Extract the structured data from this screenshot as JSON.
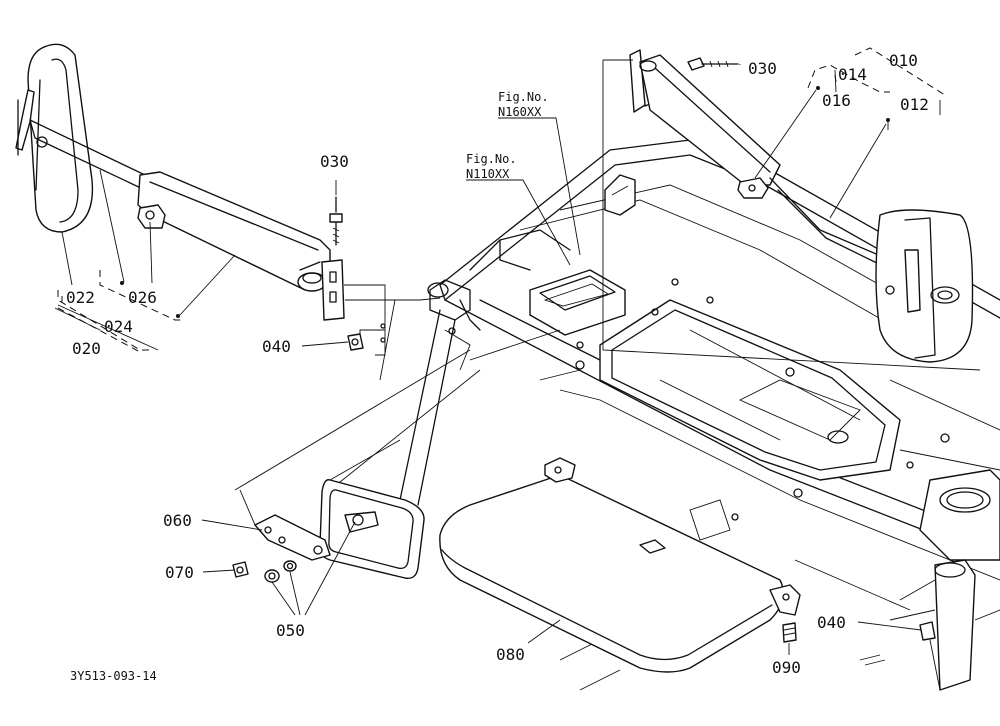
{
  "parts": {
    "p010": "010",
    "p012": "012",
    "p014": "014",
    "p016": "016",
    "p020": "020",
    "p022": "022",
    "p024": "024",
    "p026": "026",
    "p030": "030",
    "p040": "040",
    "p050": "050",
    "p060": "060",
    "p070": "070",
    "p080": "080",
    "p090": "090"
  },
  "figures": {
    "n160": {
      "title": "Fig.No.",
      "code": "N160XX"
    },
    "n110": {
      "title": "Fig.No.",
      "code": "N110XX"
    }
  },
  "drawing_code": "3Y513-093-14"
}
